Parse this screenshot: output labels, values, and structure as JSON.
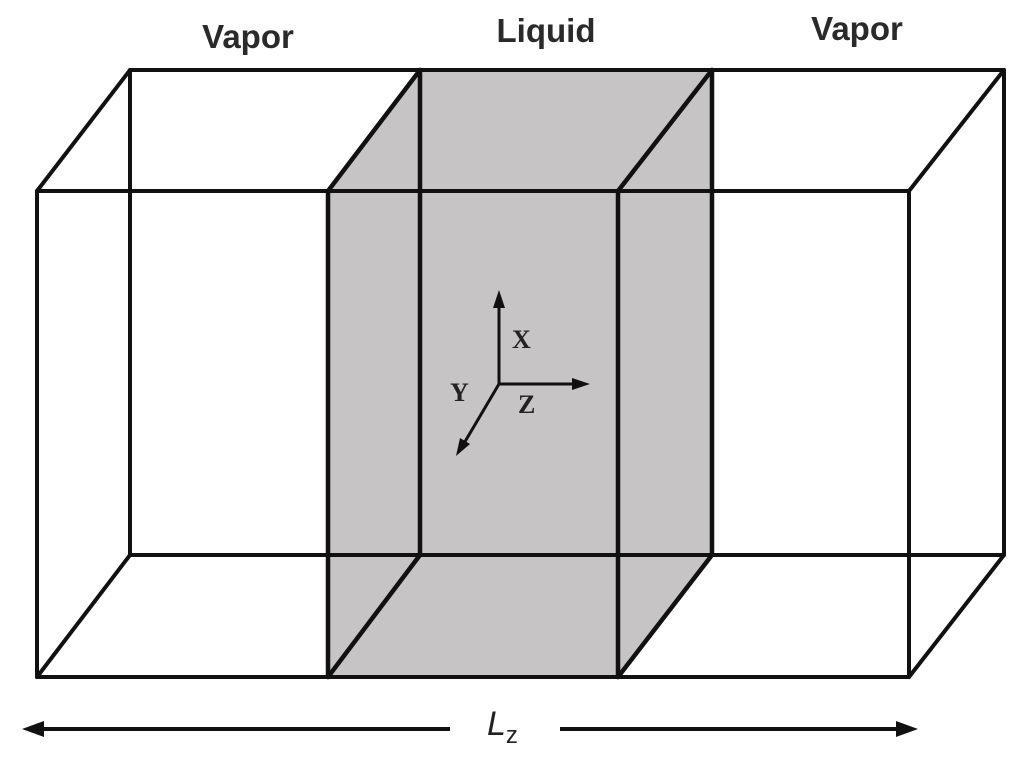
{
  "labels": {
    "left_region": "Vapor",
    "middle_region": "Liquid",
    "right_region": "Vapor"
  },
  "axes": {
    "x": "X",
    "y": "Y",
    "z": "Z"
  },
  "dimension": {
    "symbol": "L",
    "subscript": "z"
  },
  "colors": {
    "liquid_fill": "#c6c4c4",
    "edge": "#111111",
    "background": "#ffffff"
  }
}
